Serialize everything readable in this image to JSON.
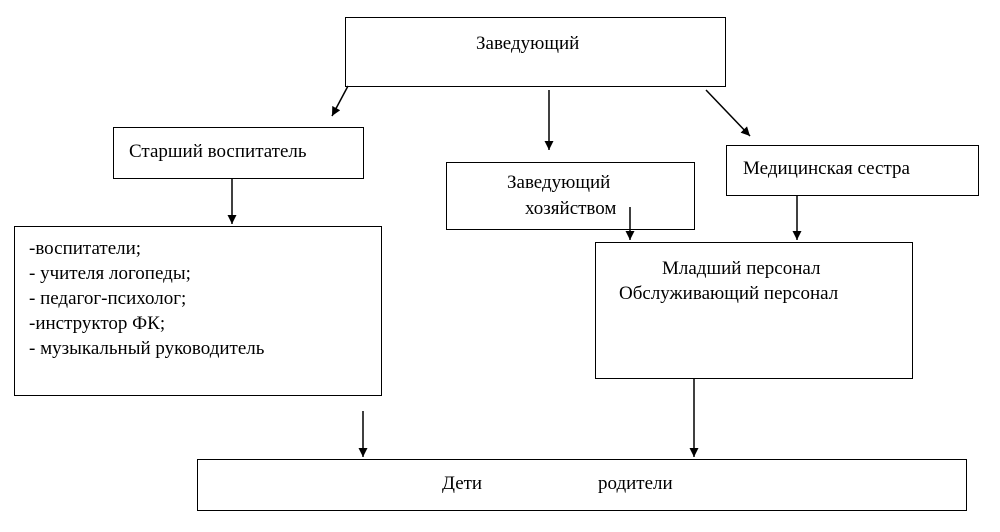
{
  "nodes": {
    "head": {
      "label": "Заведующий"
    },
    "senior_teacher": {
      "label": "Старший воспитатель"
    },
    "supply_manager": {
      "lines": [
        "Заведующий",
        "хозяйством"
      ]
    },
    "nurse": {
      "label": "Медицинская сестра"
    },
    "teaching_staff": {
      "items": [
        "-воспитатели;",
        "- учителя логопеды;",
        "- педагог-психолог;",
        "-инструктор ФК;",
        "- музыкальный руководитель"
      ]
    },
    "junior_staff": {
      "lines": [
        "Младший персонал",
        "Обслуживающий персонал"
      ]
    },
    "children_parents": {
      "children": "Дети",
      "parents": "родители"
    }
  }
}
